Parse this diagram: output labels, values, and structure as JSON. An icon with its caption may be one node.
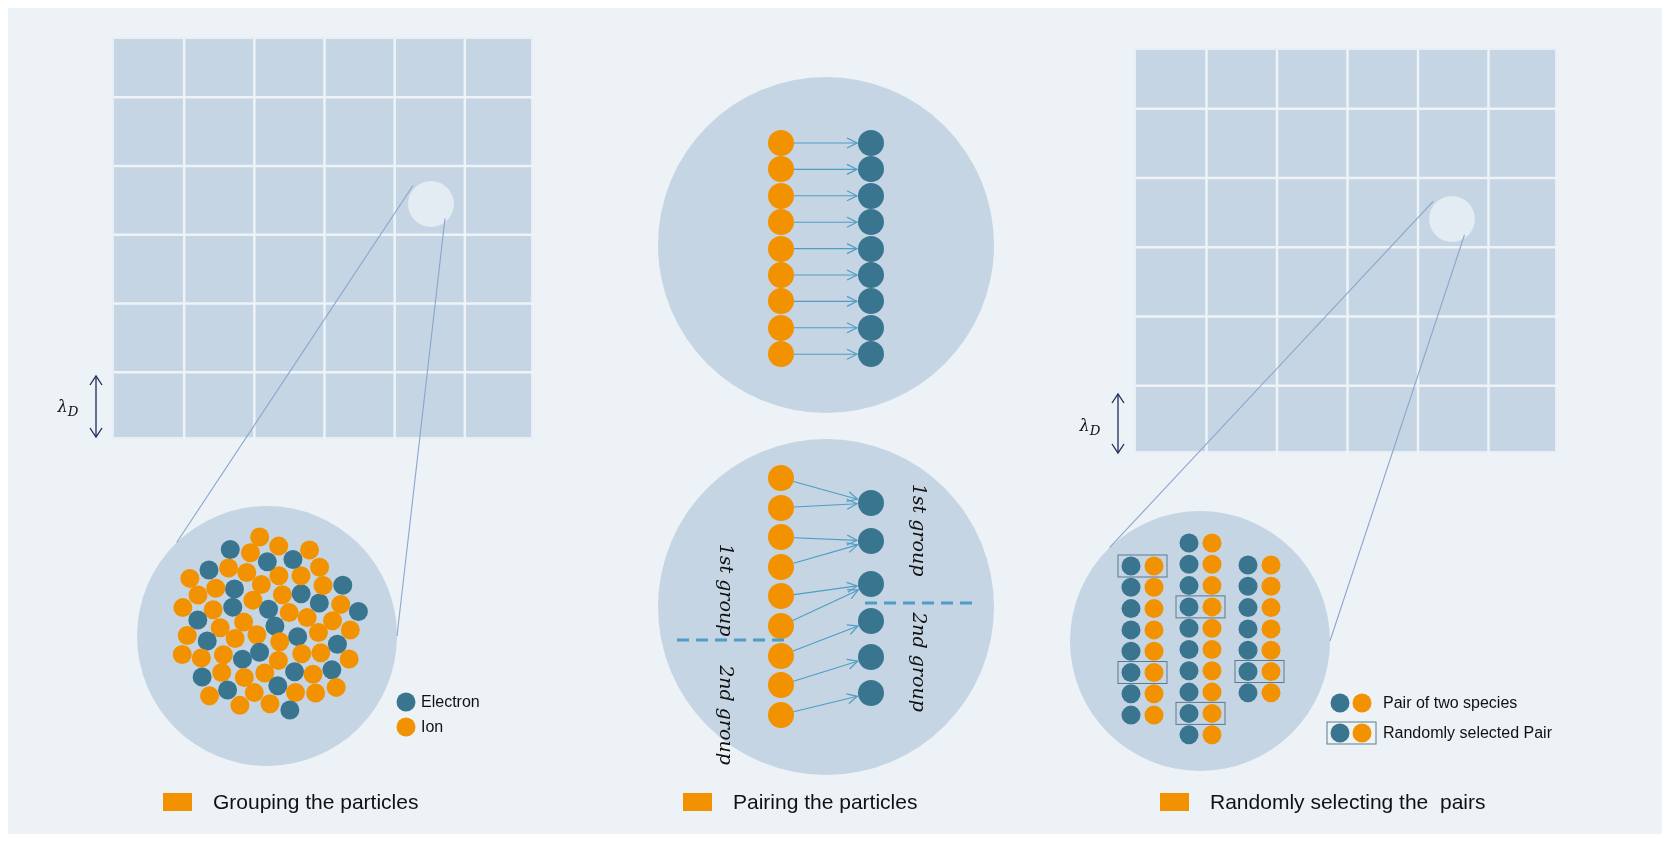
{
  "diagram": {
    "nodes": [
      {
        "text": [],
        "shape": "box"
      },
      {
        "text": [],
        "shape": "circle",
        "in": 0
      },
      {
        "text": [],
        "shape": "circle"
      },
      {
        "text": [],
        "shape": "circle"
      },
      {
        "text": [],
        "shape": "circle",
        "in": 3
      },
      {
        "text": [],
        "shape": "circle",
        "in": 3
      },
      {
        "text": [],
        "shape": "circle",
        "in": 3
      },
      {
        "text": [],
        "shape": "circle",
        "in": 3
      },
      {
        "text": [],
        "shape": "circle",
        "in": 3
      },
      {
        "text": [],
        "shape": "circle",
        "in": 3
      },
      {
        "text": [],
        "shape": "circle",
        "in": 3
      },
      {
        "text": [],
        "shape": "circle",
        "in": 3
      },
      {
        "text": [],
        "shape": "circle",
        "in": 3
      },
      {
        "text": [],
        "shape": "circle",
        "in": 3
      },
      {
        "text": [],
        "shape": "circle",
        "in": 3
      },
      {
        "text": [],
        "shape": "circle",
        "in": 3
      },
      {
        "text": [],
        "shape": "circle",
        "in": 3
      },
      {
        "text": [],
        "shape": "circle",
        "in": 3
      },
      {
        "text": [],
        "shape": "circle",
        "in": 3
      },
      {
        "text": [],
        "shape": "circle",
        "in": 3
      },
      {
        "text": [],
        "shape": "circle",
        "in": 3
      },
      {
        "text": [],
        "shape": "circle",
        "in": 3
      },
      {
        "text": [],
        "shape": "circle"
      },
      {
        "text": [],
        "shape": "circle",
        "in": 22
      },
      {
        "text": [],
        "shape": "circle",
        "in": 22
      },
      {
        "text": [],
        "shape": "circle",
        "in": 22
      },
      {
        "text": [],
        "shape": "circle",
        "in": 22
      },
      {
        "text": [],
        "shape": "circle",
        "in": 22
      },
      {
        "text": [],
        "shape": "circle",
        "in": 22
      },
      {
        "text": [],
        "shape": "circle",
        "in": 22
      },
      {
        "text": [],
        "shape": "circle",
        "in": 22
      },
      {
        "text": [],
        "shape": "circle",
        "in": 22
      },
      {
        "text": [],
        "shape": "circle",
        "in": 22
      },
      {
        "text": [],
        "shape": "circle",
        "in": 22
      },
      {
        "text": [],
        "shape": "circle",
        "in": 22
      },
      {
        "text": [],
        "shape": "circle",
        "in": 22
      },
      {
        "text": [],
        "shape": "circle",
        "in": 22
      },
      {
        "text": [],
        "shape": "circle",
        "in": 22
      },
      {
        "text": [],
        "shape": "box"
      },
      {
        "text": [],
        "shape": "circle",
        "in": 38
      },
      {
        "text": [],
        "shape": "circle"
      }
    ],
    "edges": [
      {
        "from": 1,
        "to": 2,
        "arrow": "none",
        "color": "#8aa6cc"
      },
      {
        "from": 1,
        "to": 2,
        "arrow": "none",
        "color": "#8aa6cc"
      },
      {
        "from": 4,
        "to": 13,
        "arrow": "to"
      },
      {
        "from": 5,
        "to": 14,
        "arrow": "to"
      },
      {
        "from": 6,
        "to": 15,
        "arrow": "to"
      },
      {
        "from": 7,
        "to": 16,
        "arrow": "to"
      },
      {
        "from": 8,
        "to": 17,
        "arrow": "to"
      },
      {
        "from": 9,
        "to": 18,
        "arrow": "to"
      },
      {
        "from": 10,
        "to": 19,
        "arrow": "to"
      },
      {
        "from": 11,
        "to": 20,
        "arrow": "to"
      },
      {
        "from": 12,
        "to": 21,
        "arrow": "to"
      },
      {
        "from": 23,
        "to": 32,
        "arrow": "to"
      },
      {
        "from": 24,
        "to": 32,
        "arrow": "to"
      },
      {
        "from": 25,
        "to": 33,
        "arrow": "to"
      },
      {
        "from": 26,
        "to": 33,
        "arrow": "to"
      },
      {
        "from": 27,
        "to": 34,
        "arrow": "to"
      },
      {
        "from": 28,
        "to": 34,
        "arrow": "to"
      },
      {
        "from": 29,
        "to": 35,
        "arrow": "to"
      },
      {
        "from": 30,
        "to": 36,
        "arrow": "to"
      },
      {
        "from": 31,
        "to": 37,
        "arrow": "to"
      },
      {
        "from": 39,
        "to": 40,
        "arrow": "none",
        "color": "#8aa6cc"
      },
      {
        "from": 39,
        "to": 40,
        "arrow": "none",
        "color": "#8aa6cc"
      }
    ],
    "labels": [
      "λ$_{D}$",
      "1st group",
      "1st group",
      "2nd group",
      "2nd group",
      "λ$_{D}$"
    ],
    "legend": [
      {
        "text": "Electron",
        "color": "#3a7590"
      },
      {
        "text": "Ion",
        "color": "#f39200"
      },
      {
        "text": "Pair of two species"
      },
      {
        "text": "Randomly selected Pair"
      },
      {
        "text": "Grouping the particles",
        "color": "#f39200"
      },
      {
        "text": "Pairing the particles",
        "color": "#f39200"
      },
      {
        "text": "Randomly selecting the  pairs",
        "color": "#f39200"
      }
    ]
  }
}
